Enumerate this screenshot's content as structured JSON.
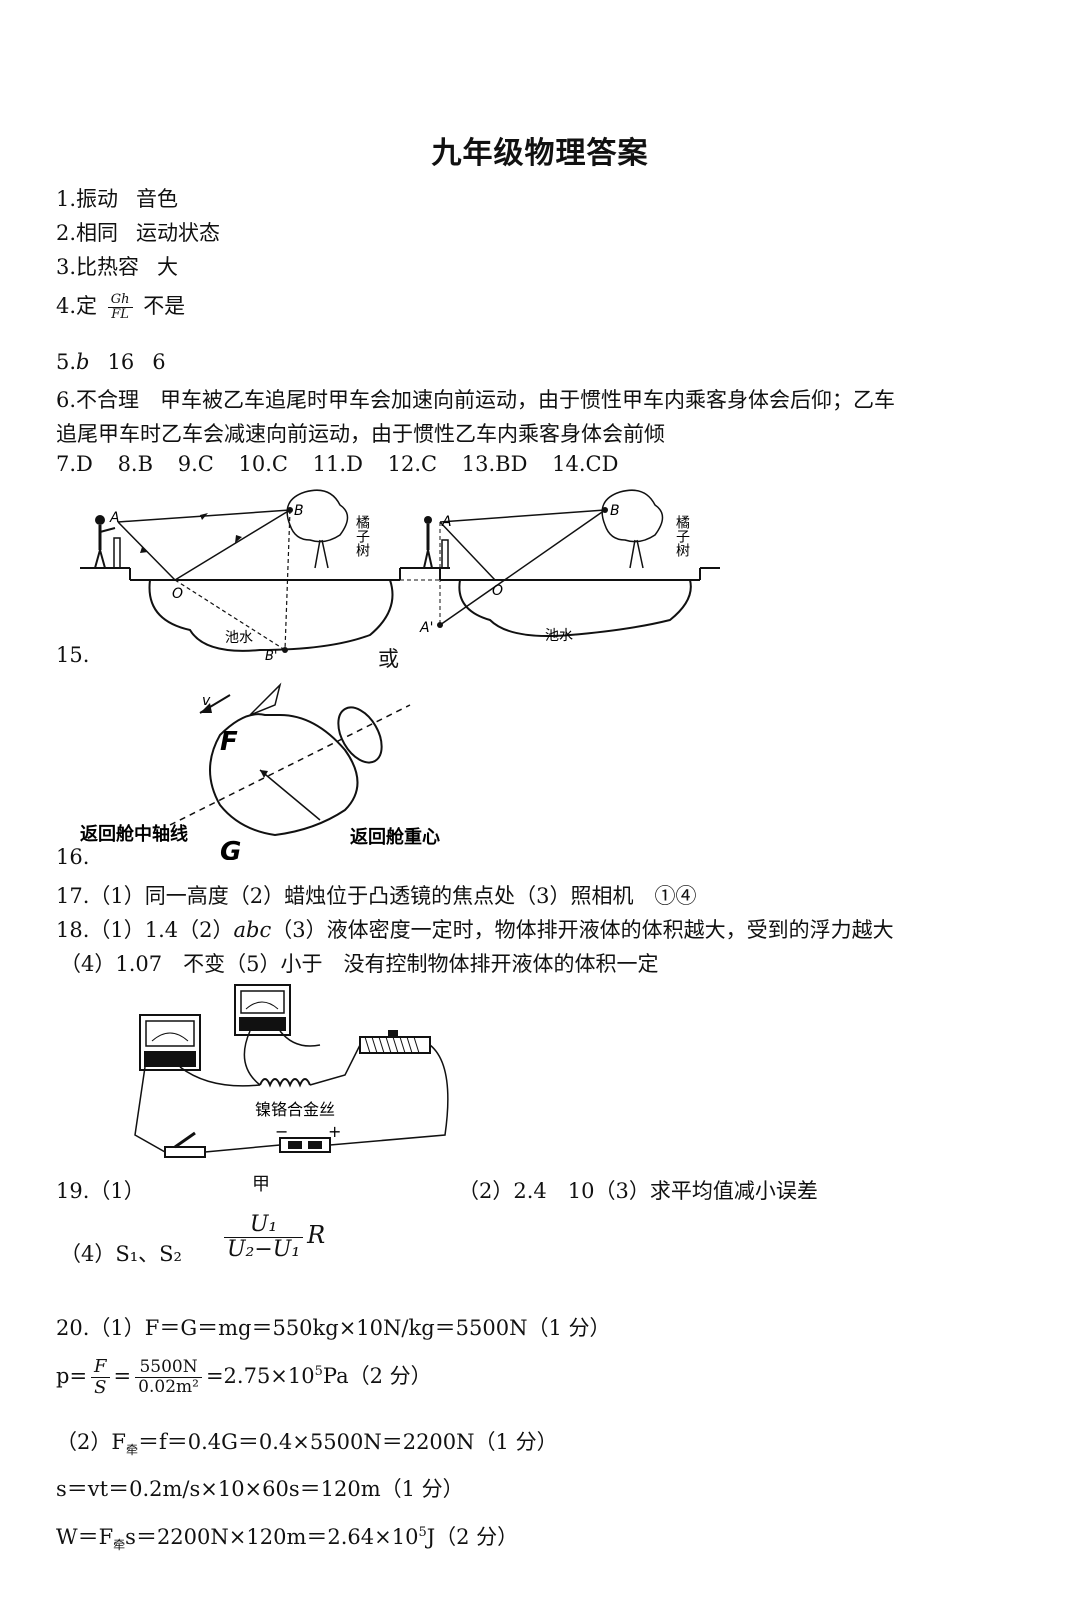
{
  "title": "九年级物理答案",
  "answers": {
    "a1": {
      "num": "1.",
      "p1": "振动",
      "p2": "音色"
    },
    "a2": {
      "num": "2.",
      "p1": "相同",
      "p2": "运动状态"
    },
    "a3": {
      "num": "3.",
      "p1": "比热容",
      "p2": "大"
    },
    "a4": {
      "num": "4.",
      "p1": "定",
      "frac_n": "Gh",
      "frac_d": "FL",
      "p2": "不是"
    },
    "a5": {
      "num": "5.",
      "p1": "b",
      "p2": "16",
      "p3": "6"
    },
    "a6": {
      "line1": "6.不合理　甲车被乙车追尾时甲车会加速向前运动，由于惯性甲车内乘客身体会后仰；乙车",
      "line2": "追尾甲车时乙车会减速向前运动，由于惯性乙车内乘客身体会前倾"
    },
    "choice": [
      "7.D",
      "8.B",
      "9.C",
      "10.C",
      "11.D",
      "12.C",
      "13.BD",
      "14.CD"
    ],
    "a15": {
      "num": "15.",
      "or": "或"
    },
    "a16": {
      "num": "16."
    },
    "a17": "17.（1）同一高度（2）蜡烛位于凸透镜的焦点处（3）照相机　①④",
    "a18": {
      "line1_a": "18.（1）1.4（2）",
      "line1_b": "abc",
      "line1_c": "（3）液体密度一定时，物体排开液体的体积越大，受到的浮力越大",
      "line2": "（4）1.07　不变（5）小于　没有控制物体排开液体的体积一定"
    },
    "a19": {
      "num": "19.（1）",
      "fig_label": "甲",
      "part2": "（2）2.4　10（3）求平均值减小误差",
      "part4": "（4）S₁、S₂",
      "frac_n": "U₁",
      "frac_d": "U₂−U₁",
      "frac_r": "R"
    },
    "a20": {
      "l1": "20.（1）F＝G＝mg＝550kg×10N/kg＝5500N（1 分）",
      "l2_a": "p=",
      "l2_f1n": "F",
      "l2_f1d": "S",
      "l2_eq": "=",
      "l2_f2n": "5500N",
      "l2_f2d": "0.02m²",
      "l2_b": "=2.75×10",
      "l2_exp": "5",
      "l2_c": "Pa（2 分）",
      "l3_a": "（2）F",
      "l3_sub": "牵",
      "l3_b": "＝f＝0.4G＝0.4×5500N＝2200N（1 分）",
      "l4": "s＝vt＝0.2m/s×10×60s＝120m（1 分）",
      "l5_a": "W＝F",
      "l5_sub": "牵",
      "l5_b": "s＝2200N×120m＝2.64×10",
      "l5_exp": "5",
      "l5_c": "J（2 分）"
    }
  },
  "figure15": {
    "tree_label": "橘子树",
    "water_label": "池水",
    "point_A": "A",
    "point_B": "B",
    "point_O": "O",
    "point_B_prime": "B'",
    "point_A_prime": "A'"
  },
  "figure16": {
    "velocity": "v",
    "force_F": "F",
    "force_G": "G",
    "axis_label": "返回舱中轴线",
    "cg_label": "返回舱重心"
  },
  "figure19": {
    "wire_label": "镍铬合金丝",
    "minus": "−",
    "plus": "+"
  }
}
